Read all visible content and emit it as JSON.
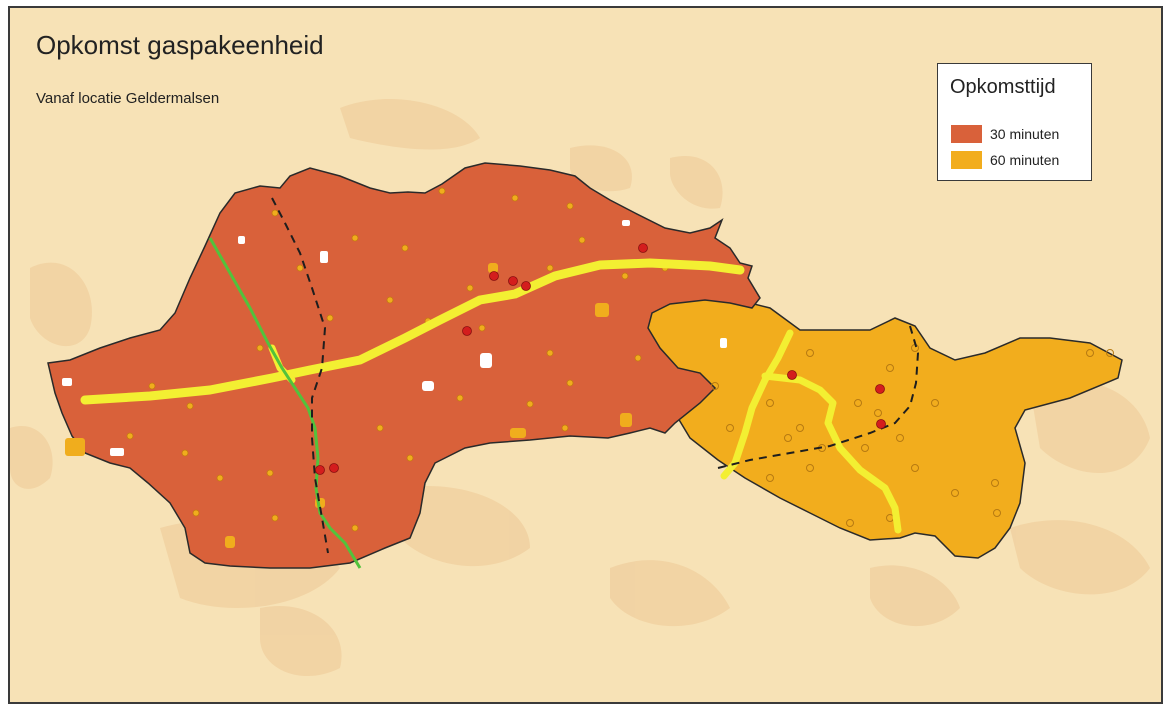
{
  "map": {
    "title": "Opkomst gaspakeenheid",
    "subtitle": "Vanaf locatie Geldermalsen",
    "legend": {
      "title": "Opkomsttijd",
      "items": [
        {
          "label": "30 minuten",
          "color": "#d9613a"
        },
        {
          "label": "60 minuten",
          "color": "#f2ad1d"
        }
      ]
    },
    "colors": {
      "background": "#f7e2b6",
      "urban_area": "#f0cf9e",
      "road_highway": "#f3ef32",
      "road_green": "#52c23c",
      "rail_dashed": "#1e1e1e",
      "boundary": "#2a2a2a",
      "point_red": "#d41d1d",
      "point_yellow": "#f0ad1d"
    }
  }
}
